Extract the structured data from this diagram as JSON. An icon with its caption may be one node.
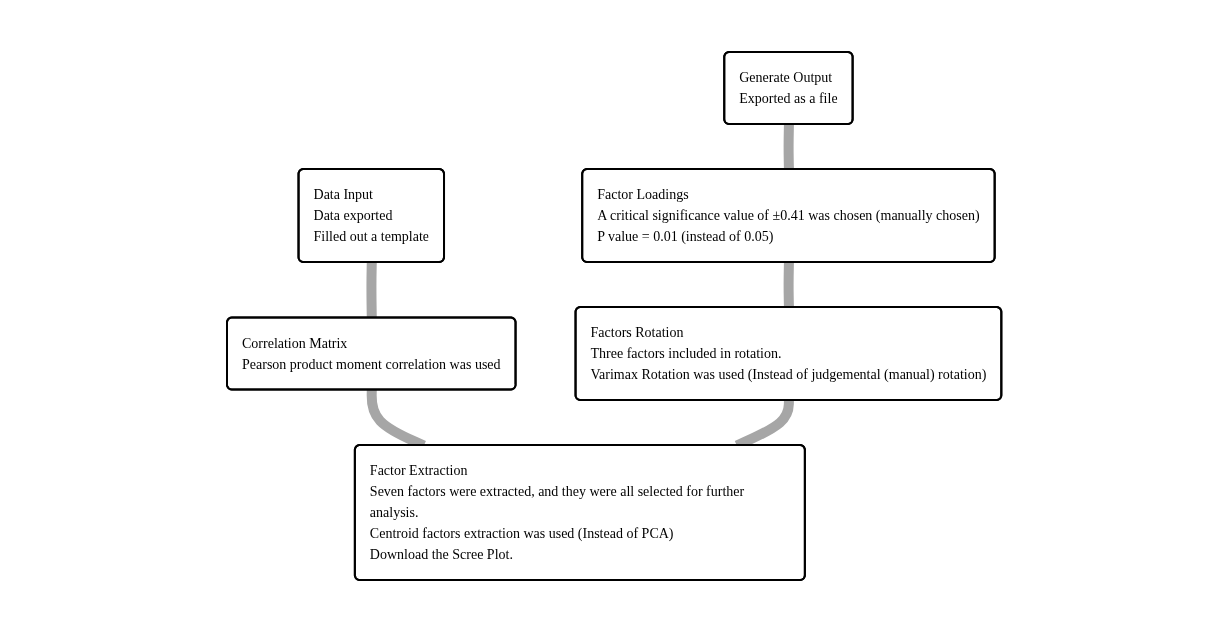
{
  "diagram": {
    "nodes": [
      {
        "text": [
          "Data Input",
          "Data exported",
          "Filled out a template"
        ]
      },
      {
        "text": [
          "Correlation Matrix",
          "Pearson product moment correlation was used"
        ]
      },
      {
        "text": [
          "Factor Extraction",
          "Seven factors were extracted, and they were all selected for further analysis.",
          "Centroid factors extraction was used (Instead of PCA)",
          "Download the Scree Plot."
        ]
      },
      {
        "text": [
          "Factors Rotation",
          "Three factors included in rotation.",
          "Varimax Rotation was used (Instead of judgemental (manual) rotation)"
        ]
      },
      {
        "text": [
          "Factor Loadings",
          "A critical significance value of ±0.41 was chosen (manually chosen)",
          "P value = 0.01 (instead of 0.05)"
        ]
      },
      {
        "text": [
          "Generate Output",
          "Exported as a file"
        ]
      }
    ],
    "edges": [
      {
        "from": 0,
        "to": 1,
        "arrow": "none"
      },
      {
        "from": 1,
        "to": 2,
        "arrow": "none"
      },
      {
        "from": 3,
        "to": 2,
        "arrow": "none"
      },
      {
        "from": 4,
        "to": 3,
        "arrow": "none"
      },
      {
        "from": 5,
        "to": 4,
        "arrow": "none"
      }
    ]
  }
}
